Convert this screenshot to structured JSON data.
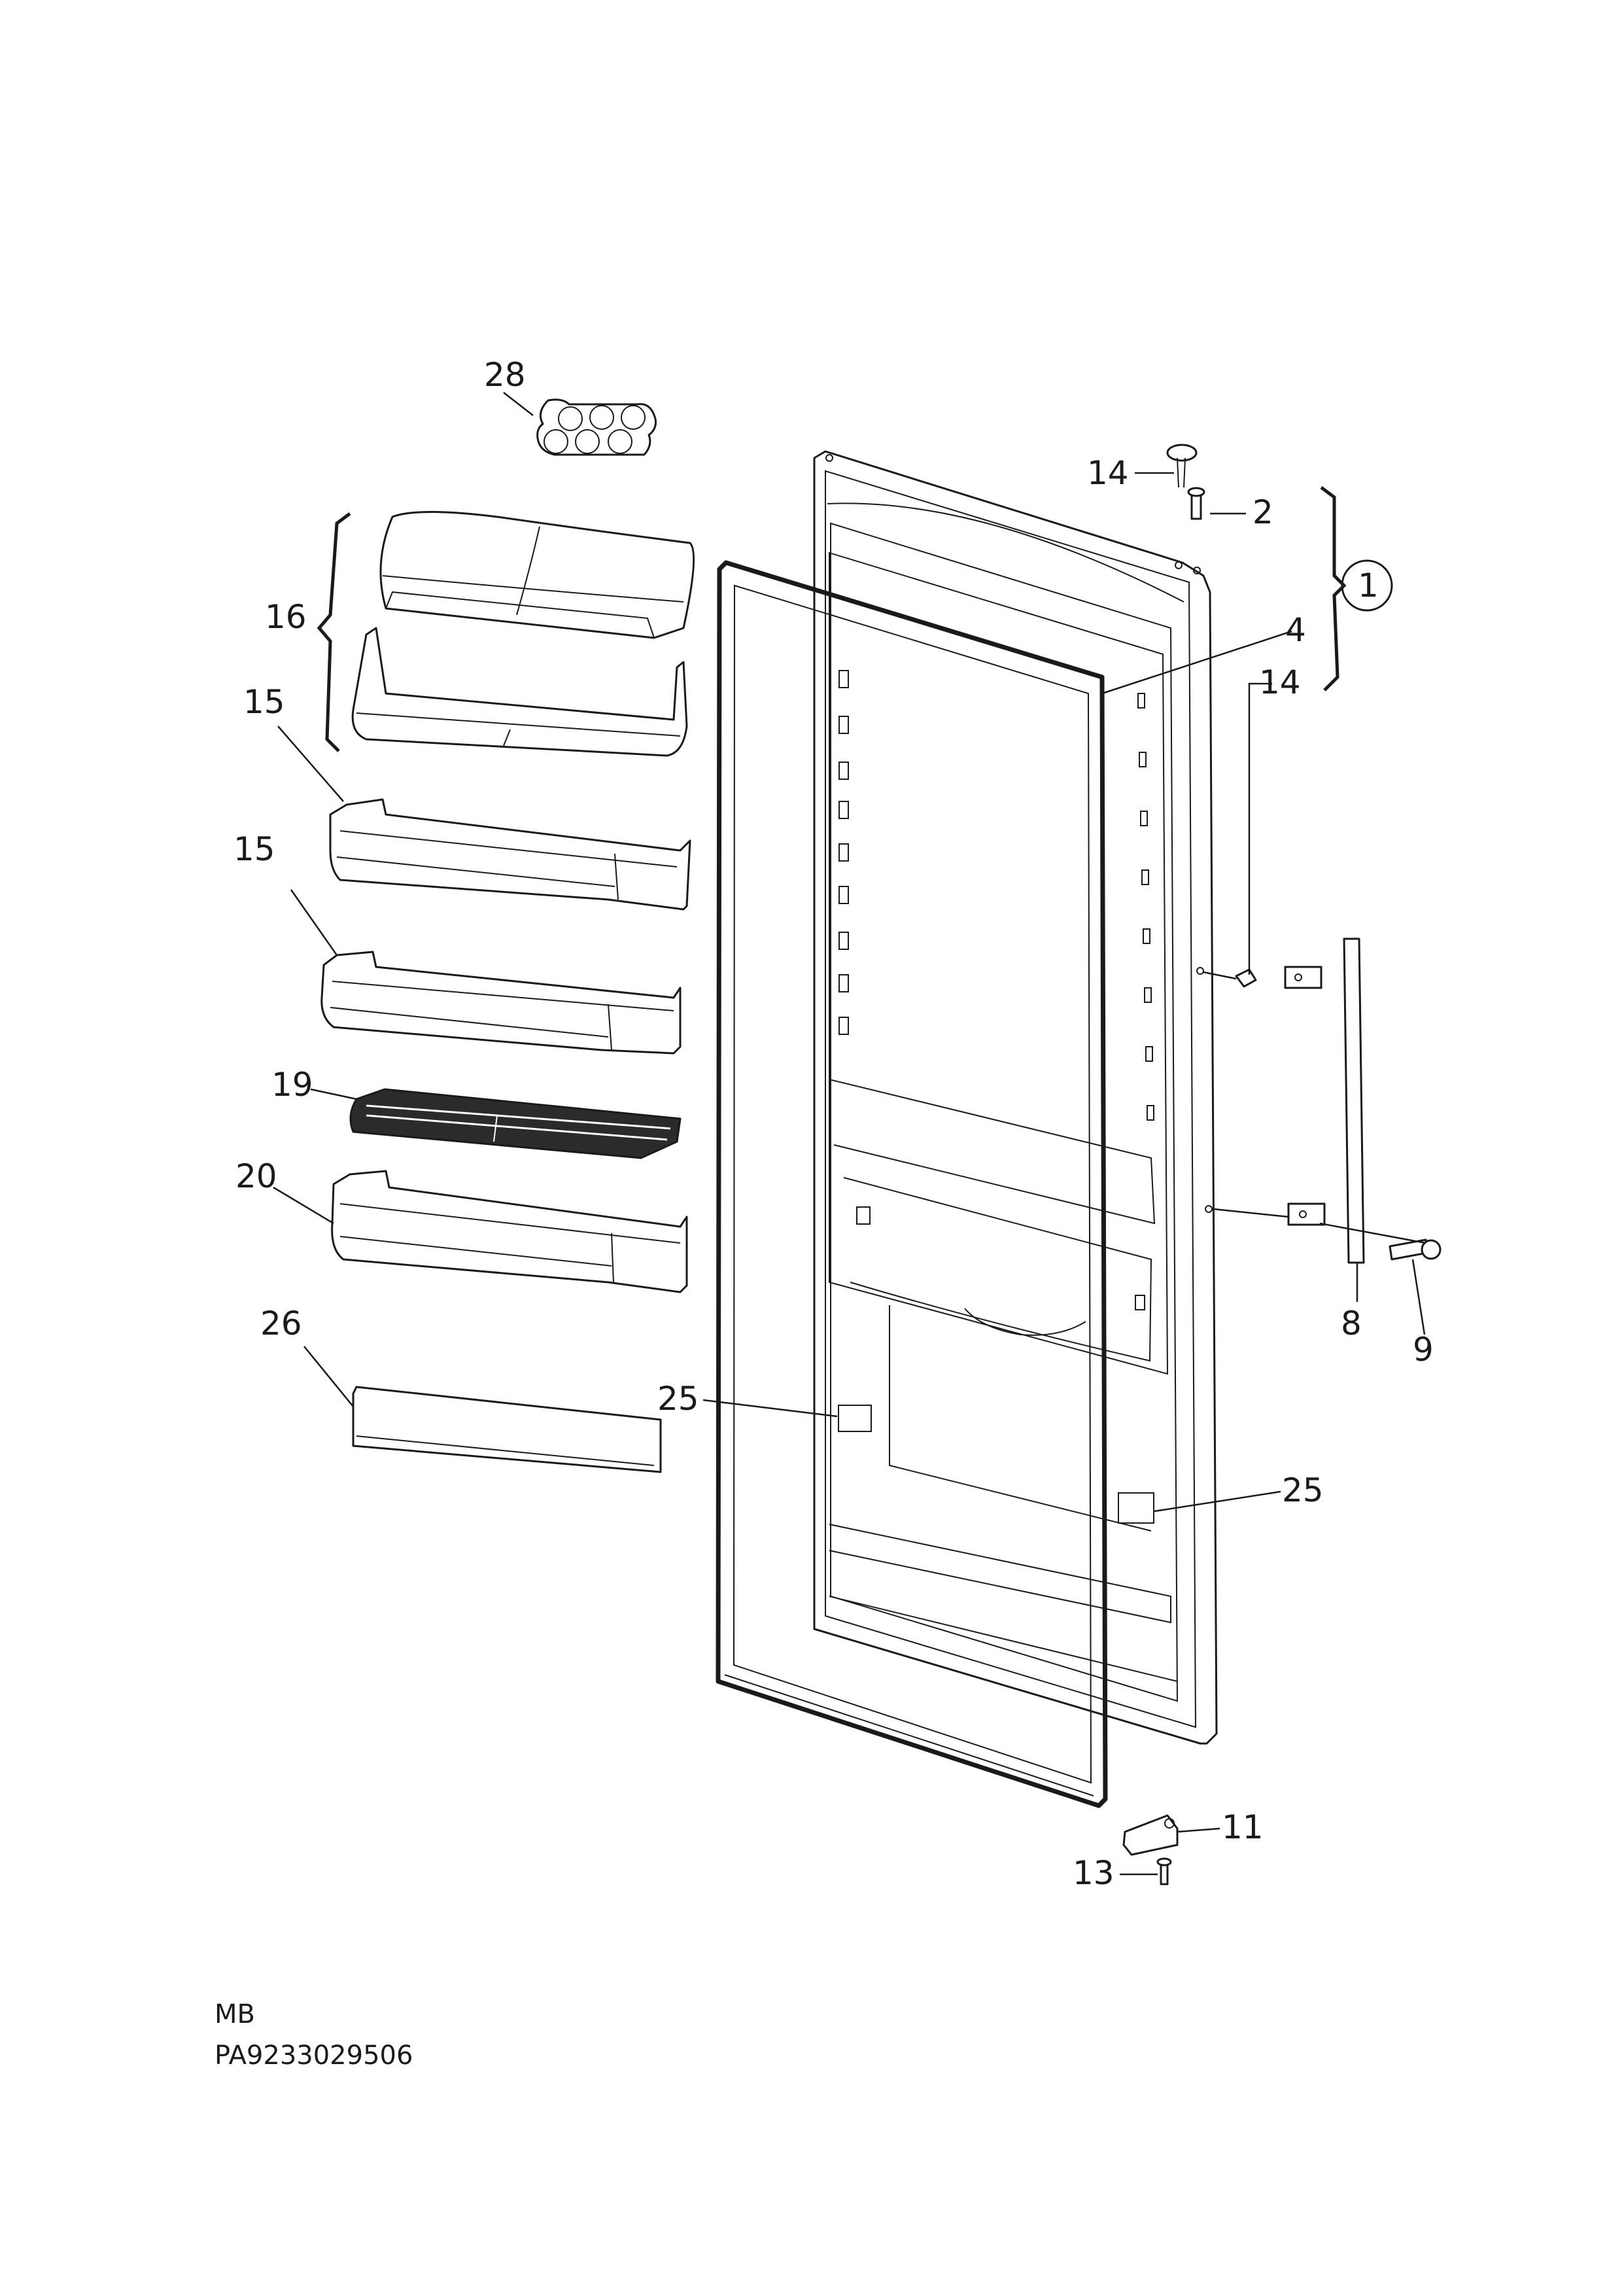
{
  "callouts": {
    "c1": "1",
    "c2": "2",
    "c4": "4",
    "c8": "8",
    "c9": "9",
    "c11": "11",
    "c13": "13",
    "c14a": "14",
    "c14b": "14",
    "c15a": "15",
    "c15b": "15",
    "c16": "16",
    "c19": "19",
    "c20": "20",
    "c25a": "25",
    "c25b": "25",
    "c26": "26",
    "c28": "28"
  },
  "footer": {
    "model": "MB",
    "part_number": "PA9233029506"
  }
}
